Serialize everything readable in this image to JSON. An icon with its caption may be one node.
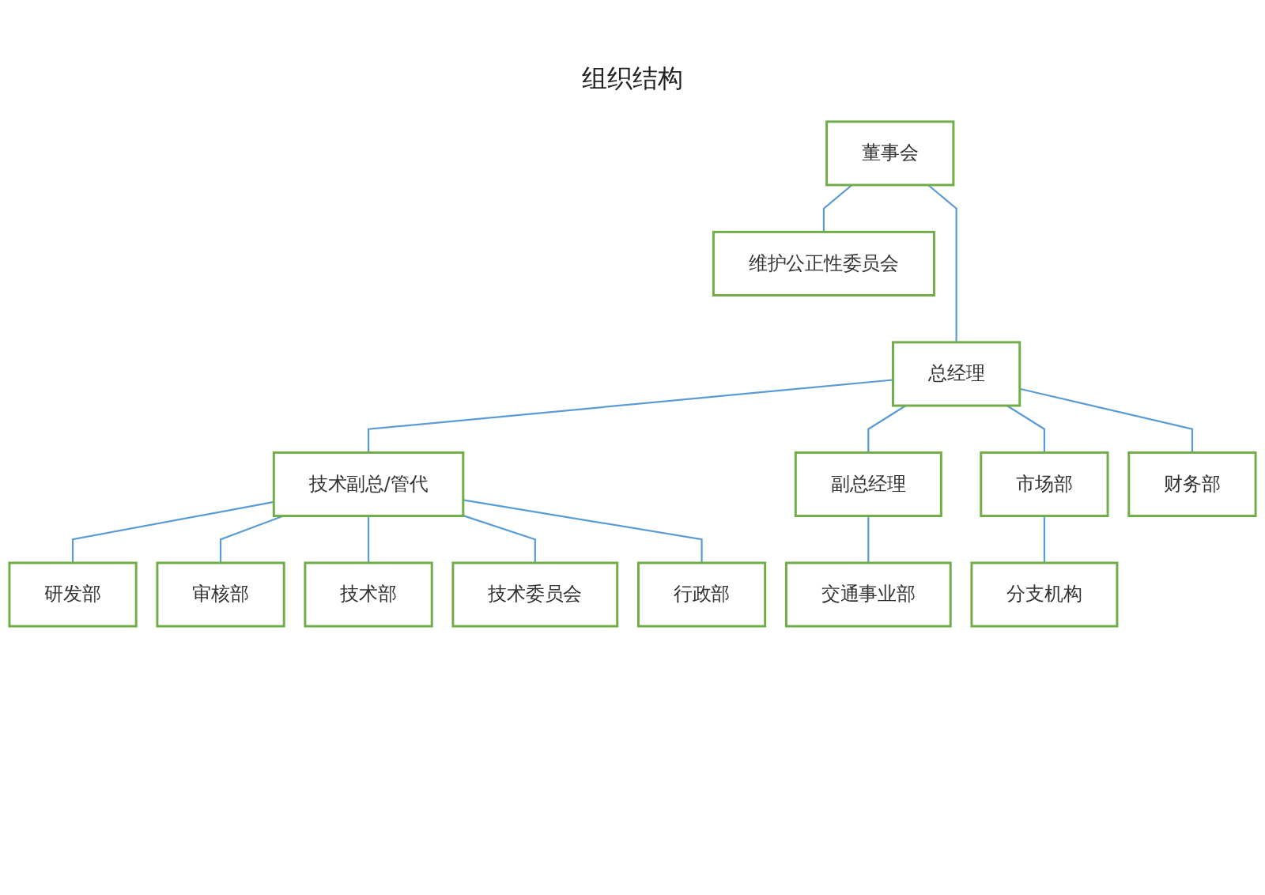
{
  "diagram": {
    "title": "组织结构",
    "nodes": [
      {
        "text": [
          "董事会"
        ]
      },
      {
        "text": [
          "维护公正性委员会"
        ]
      },
      {
        "text": [
          "总经理"
        ]
      },
      {
        "text": [
          "技术副总/管代"
        ]
      },
      {
        "text": [
          "副总经理"
        ]
      },
      {
        "text": [
          "研发部"
        ]
      },
      {
        "text": [
          "审核部"
        ]
      },
      {
        "text": [
          "技术部"
        ]
      },
      {
        "text": [
          "技术委员会"
        ]
      },
      {
        "text": [
          "行政部"
        ]
      },
      {
        "text": [
          "交通事业部"
        ]
      },
      {
        "text": [
          "市场部"
        ]
      },
      {
        "text": [
          "财务部"
        ]
      },
      {
        "text": [
          "分支机构"
        ]
      }
    ],
    "edges": [
      {
        "from": 0,
        "to": 2,
        "arrow": "none"
      },
      {
        "from": 0,
        "to": 1,
        "arrow": "none"
      },
      {
        "from": 2,
        "to": 3,
        "arrow": "none"
      },
      {
        "from": 2,
        "to": 4,
        "arrow": "none"
      },
      {
        "from": 2,
        "to": 11,
        "arrow": "none"
      },
      {
        "from": 2,
        "to": 12,
        "arrow": "none"
      },
      {
        "from": 3,
        "to": 5,
        "arrow": "none"
      },
      {
        "from": 3,
        "to": 6,
        "arrow": "none"
      },
      {
        "from": 3,
        "to": 7,
        "arrow": "none"
      },
      {
        "from": 3,
        "to": 8,
        "arrow": "none"
      },
      {
        "from": 3,
        "to": 9,
        "arrow": "none"
      },
      {
        "from": 4,
        "to": 10,
        "arrow": "none"
      },
      {
        "from": 11,
        "to": 13,
        "arrow": "none"
      }
    ]
  }
}
